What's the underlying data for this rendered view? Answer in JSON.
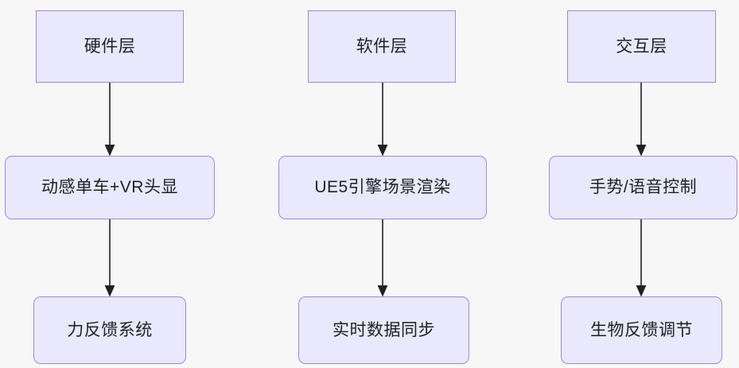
{
  "diagram": {
    "title": "",
    "type": "flowchart",
    "direction": "top-to-bottom",
    "background_color": "#f7f7f7",
    "node_fill_color": "#e9e8fc",
    "node_border_color": "#a387d6",
    "edge_color": "#1f2026",
    "text_color": "#1f2026",
    "columns": [
      {
        "id": "col-hardware",
        "nodes": [
          {
            "id": "hardware",
            "label": "硬件层",
            "shape": "rectangle"
          },
          {
            "id": "bike",
            "label": "动感单车+VR头显",
            "shape": "rounded-rectangle"
          },
          {
            "id": "force",
            "label": "力反馈系统",
            "shape": "rounded-rectangle"
          }
        ]
      },
      {
        "id": "col-software",
        "nodes": [
          {
            "id": "software",
            "label": "软件层",
            "shape": "rectangle"
          },
          {
            "id": "ue5",
            "label": "UE5引擎场景渲染",
            "shape": "rounded-rectangle"
          },
          {
            "id": "sync",
            "label": "实时数据同步",
            "shape": "rounded-rectangle"
          }
        ]
      },
      {
        "id": "col-interaction",
        "nodes": [
          {
            "id": "interaction",
            "label": "交互层",
            "shape": "rectangle"
          },
          {
            "id": "gesture",
            "label": "手势/语音控制",
            "shape": "rounded-rectangle"
          },
          {
            "id": "bio",
            "label": "生物反馈调节",
            "shape": "rounded-rectangle"
          }
        ]
      }
    ],
    "edges": [
      {
        "from": "hardware",
        "to": "bike",
        "label": "",
        "arrow": "single"
      },
      {
        "from": "bike",
        "to": "force",
        "label": "",
        "arrow": "single"
      },
      {
        "from": "software",
        "to": "ue5",
        "label": "",
        "arrow": "single"
      },
      {
        "from": "ue5",
        "to": "sync",
        "label": "",
        "arrow": "single"
      },
      {
        "from": "interaction",
        "to": "gesture",
        "label": "",
        "arrow": "single"
      },
      {
        "from": "gesture",
        "to": "bio",
        "label": "",
        "arrow": "single"
      }
    ]
  }
}
